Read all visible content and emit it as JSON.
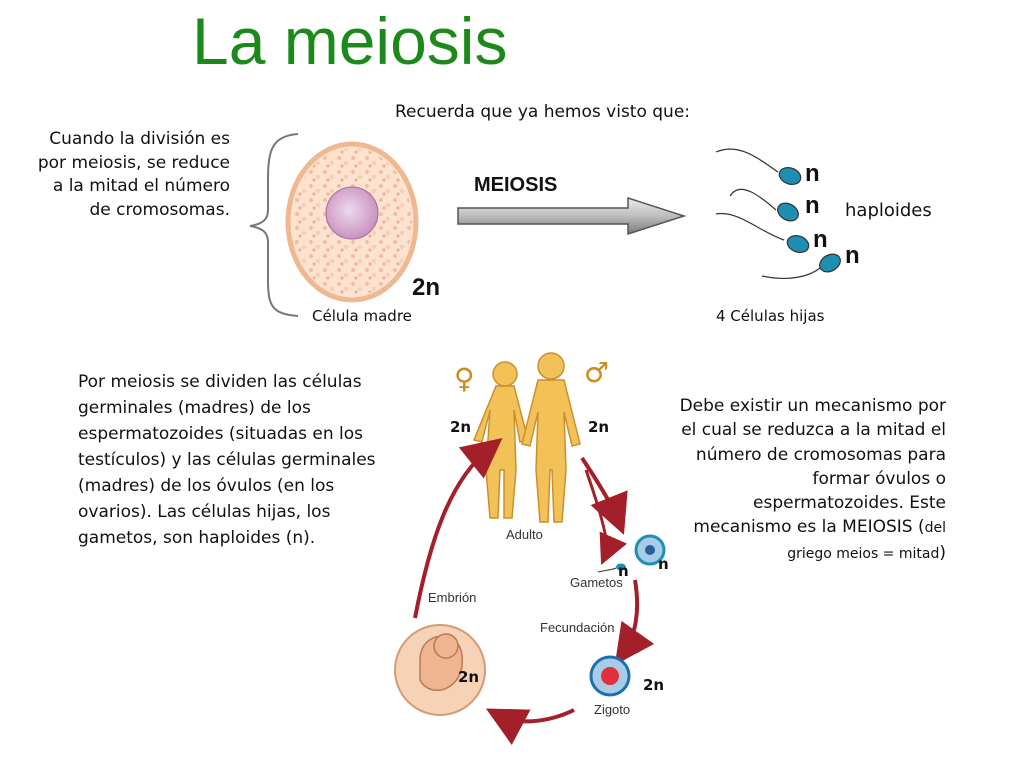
{
  "title": "La meiosis",
  "recuerda": "Recuerda que ya hemos visto que:",
  "left_text": "Cuando la división es por meiosis, se reduce a la mitad el número de cromosomas.",
  "top_diagram": {
    "arrow_label": "MEIOSIS",
    "mother_label": "2n",
    "mother_caption": "Célula madre",
    "daughters_caption": "4 Células hijas",
    "daughter_labels": [
      "n",
      "n",
      "n",
      "n"
    ],
    "haploides": "haploides"
  },
  "para1": "Por meiosis se dividen las células germinales (madres) de los espermatozoides (situadas en los testículos) y las células germinales (madres) de los óvulos (en los ovarios). Las células hijas, los gametos, son haploides (n).",
  "para2_main": "Debe existir un mecanismo por el cual se reduzca a la mitad el número de cromosomas para formar óvulos o espermatozoides. Este mecanismo es la MEIOSIS (",
  "para2_small": "del griego meios = mitad",
  "para2_end": ")",
  "cycle": {
    "adulto": "Adulto",
    "gametos": "Gametos",
    "fecundacion": "Fecundación",
    "embrion": "Embrión",
    "zigoto": "Zigoto",
    "female_2n": "2n",
    "male_2n": "2n",
    "egg_n": "n",
    "sperm_n": "n",
    "embryo_2n": "2n",
    "zygote_2n": "2n",
    "female_symbol": "♀",
    "male_symbol": "♂"
  },
  "colors": {
    "title": "#1b8a1b",
    "cycle_arrow": "#a31f2a",
    "sperm": "#1e8fb0",
    "cell_membrane": "#f4c9a8",
    "nucleus": "#d8a8cf",
    "body": "#f2c158"
  }
}
